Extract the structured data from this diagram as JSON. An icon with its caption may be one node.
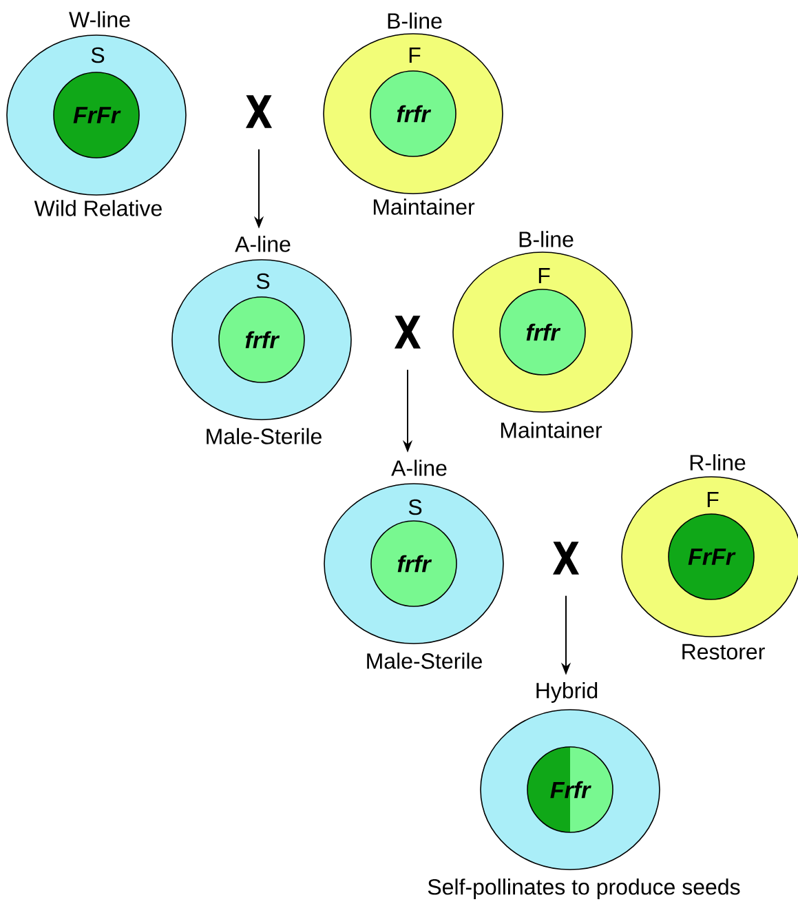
{
  "diagram": {
    "nodes": [
      {
        "text": [
          "W-line",
          "S"
        ],
        "beside": [
          "Wild Relative"
        ]
      },
      {
        "text": [
          "FrFr"
        ],
        "in": 0
      },
      {
        "text": [
          "X"
        ]
      },
      {
        "text": [
          "B-line",
          "F"
        ],
        "beside": [
          "Maintainer"
        ]
      },
      {
        "text": [
          "frfr"
        ],
        "in": 3
      },
      {
        "text": [
          "A-line",
          "S"
        ],
        "beside": [
          "Male-Sterile"
        ]
      },
      {
        "text": [
          "frfr"
        ],
        "in": 5
      },
      {
        "text": [
          "X"
        ]
      },
      {
        "text": [
          "B-line",
          "F"
        ],
        "beside": [
          "Maintainer"
        ]
      },
      {
        "text": [
          "frfr"
        ],
        "in": 8
      },
      {
        "text": [
          "A-line",
          "S"
        ],
        "beside": [
          "Male-Sterile"
        ]
      },
      {
        "text": [
          "frfr"
        ],
        "in": 10
      },
      {
        "text": [
          "X"
        ]
      },
      {
        "text": [
          "R-line",
          "F"
        ],
        "beside": [
          "Restorer"
        ]
      },
      {
        "text": [
          "FrFr"
        ],
        "in": 13
      },
      {
        "text": [
          "Hybrid"
        ],
        "beside": [
          "Self-pollinates to produce seeds"
        ]
      },
      {
        "text": [
          "Frfr"
        ],
        "in": 15
      }
    ],
    "edges": [
      {
        "from": 2,
        "to": 5,
        "arrow": "to"
      },
      {
        "from": 7,
        "to": 10,
        "arrow": "to"
      },
      {
        "from": 12,
        "to": 15,
        "arrow": "to"
      }
    ]
  }
}
